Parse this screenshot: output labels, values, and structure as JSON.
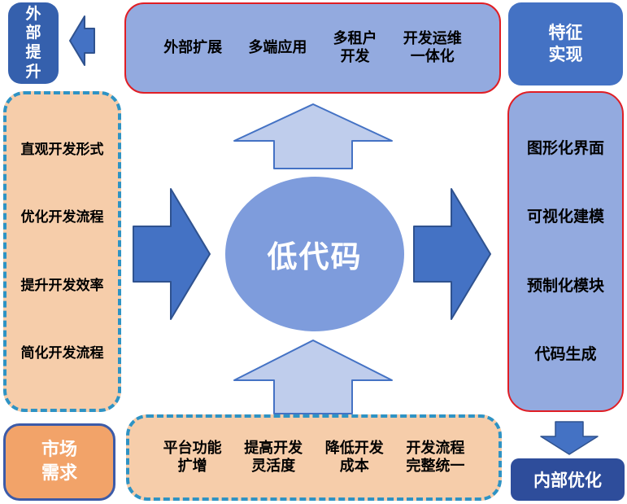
{
  "diagram": {
    "center": {
      "label": "低代码"
    },
    "top_left_box": {
      "label": "外\n部\n提\n升"
    },
    "top_box": {
      "items": [
        "外部扩展",
        "多端应用",
        "多租户\n开发",
        "开发运维\n一体化"
      ]
    },
    "top_right_box": {
      "label": "特征\n实现"
    },
    "left_box": {
      "items": [
        "直观开发形式",
        "优化开发流程",
        "提升开发效率",
        "简化开发流程"
      ]
    },
    "right_box": {
      "items": [
        "图形化界面",
        "可视化建模",
        "预制化模块",
        "代码生成"
      ]
    },
    "bottom_left_box": {
      "label": "市场\n需求"
    },
    "bottom_box": {
      "items": [
        "平台功能\n扩增",
        "提高开发\n灵活度",
        "降低开发\n成本",
        "开发流程\n完整统一"
      ]
    },
    "bottom_right_box": {
      "label": "内部优化"
    },
    "icons": [
      "arrow-left-icon",
      "arrow-up-top-icon",
      "arrow-up-bottom-icon",
      "arrow-right-left-icon",
      "arrow-right-right-icon",
      "arrow-down-icon"
    ],
    "colors": {
      "dark_blue": "#3560AD",
      "mid_blue": "#4472C4",
      "arrow_border_blue": "#2F528F",
      "navy": "#2E4D9B",
      "periwinkle_fill": "#93AADF",
      "ellipse_blue": "#7E9CDC",
      "pale_arrow_fill": "#BFCDEC",
      "peach_fill": "#F6CDAA",
      "orange_fill": "#F2A369",
      "orange_border": "#3C5BA8",
      "red_border": "#E01E25",
      "teal_dash": "#2E93C4"
    }
  }
}
